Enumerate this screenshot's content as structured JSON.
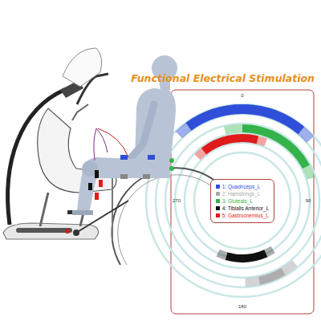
{
  "diagram": {
    "title": "Functional Electrical Stimulation",
    "labels": [
      "0",
      "90",
      "180",
      "270"
    ],
    "legend": [
      {
        "text": "1: Quadriceps_L",
        "color": "#2f4fd8"
      },
      {
        "text": "2: Hamstrings_L",
        "color": "#a8a8a8"
      },
      {
        "text": "3: Gluteals_L",
        "color": "#33b34a"
      },
      {
        "text": "4: Tibialis Anterior_L",
        "color": "#111111"
      },
      {
        "text": "5: Gastrocnemius_L",
        "color": "#e01b1b"
      }
    ]
  }
}
